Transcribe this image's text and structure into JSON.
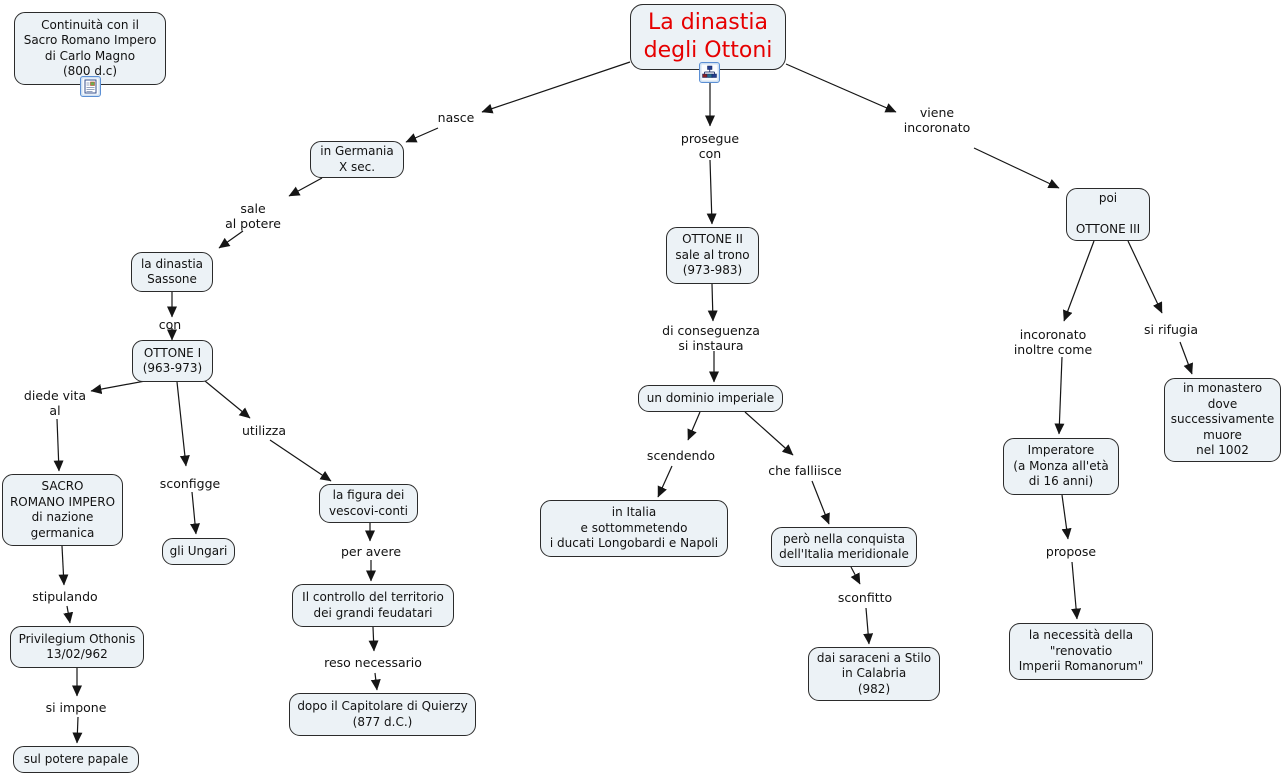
{
  "map": {
    "background": "#ffffff",
    "colors": {
      "node_fill": "#ecf2f6",
      "node_border": "#2b2b2b",
      "title_text": "#e60000",
      "body_text": "#121212",
      "line": "#151515",
      "icon_border": "#5b8fd4"
    }
  },
  "nodes": {
    "continuita": {
      "text": "Continuità con il\nSacro Romano Impero\ndi Carlo Magno\n(800 d.c)"
    },
    "title": {
      "text": "La dinastia\ndegli Ottoni"
    },
    "germania": {
      "text": "in Germania\nX sec."
    },
    "sassone": {
      "text": "la dinastia\nSassone"
    },
    "ottone1": {
      "text": "OTTONE I\n(963-973)"
    },
    "sacro": {
      "text": "SACRO\nROMANO IMPERO\ndi nazione\ngermanica"
    },
    "privilegium": {
      "text": "Privilegium Othonis\n13/02/962"
    },
    "papale": {
      "text": "sul potere papale"
    },
    "ungari": {
      "text": "gli Ungari"
    },
    "vescovi": {
      "text": "la figura dei\nvescovi-conti"
    },
    "controllo": {
      "text": "Il controllo del territorio\ndei grandi feudatari"
    },
    "quierzy": {
      "text": "dopo il Capitolare di Quierzy\n(877 d.C.)"
    },
    "ottone2": {
      "text": "OTTONE II\nsale al trono\n(973-983)"
    },
    "dominio": {
      "text": "un dominio imperiale"
    },
    "italia": {
      "text": "in Italia\ne sottommetendo\ni ducati Longobardi e Napoli"
    },
    "conquista": {
      "text": "però nella conquista\ndell'Italia meridionale"
    },
    "saraceni": {
      "text": "dai saraceni a Stilo\nin Calabria\n(982)"
    },
    "ottone3": {
      "text": "poi\n\nOTTONE III"
    },
    "imperatore": {
      "text": "Imperatore\n(a Monza all'età\ndi 16 anni)"
    },
    "renovatio": {
      "text": "la necessità della\n\"renovatio\nImperii Romanorum\""
    },
    "monastero": {
      "text": "in monastero\ndove\nsuccessivamente\nmuore\nnel 1002"
    }
  },
  "labels": {
    "nasce": "nasce",
    "sale_al_potere": "sale\nal potere",
    "con": "con",
    "diede_vita_al": "diede vita\nal",
    "sconfigge": "sconfigge",
    "utilizza": "utilizza",
    "per_avere": "per avere",
    "reso_necessario": "reso necessario",
    "stipulando": "stipulando",
    "si_impone": "si impone",
    "prosegue_con": "prosegue\ncon",
    "di_conseguenza": "di conseguenza\nsi instaura",
    "scendendo": "scendendo",
    "che_falliisce": "che falliisce",
    "sconfitto": "sconfitto",
    "viene_incoronato": "viene\nincoronato",
    "incoronato_inoltre_come": "incoronato\ninoltre come",
    "si_rifugia": "si rifugia",
    "propose": "propose"
  },
  "icons": {
    "title_resource": "concept-map-icon",
    "continuita_resource": "document-image-icon"
  }
}
